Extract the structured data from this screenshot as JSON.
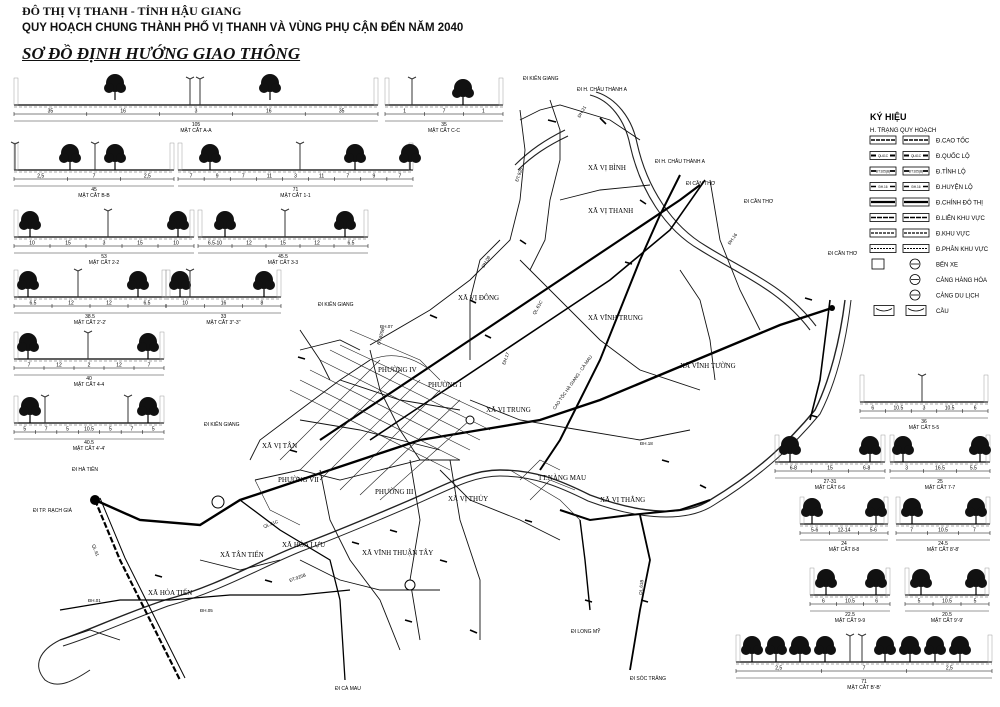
{
  "header": {
    "line1": "ĐÔ THỊ VỊ THANH - TỈNH HẬU GIANG",
    "line2": "QUY HOẠCH CHUNG THÀNH PHỐ VỊ THANH VÀ VÙNG PHỤ CẬN ĐẾN NĂM 2040",
    "line3": "SƠ ĐỒ ĐỊNH HƯỚNG GIAO THÔNG"
  },
  "legend": {
    "title": "KÝ HIỆU",
    "col_left": "H. TRẠNG",
    "col_right": "QUY HOẠCH",
    "items": [
      {
        "label": "Đ.CAO TỐC",
        "left": "",
        "right": ""
      },
      {
        "label": "Đ.QUỐC LỘ",
        "left": "QL61C",
        "right": "QL61C"
      },
      {
        "label": "Đ.TỈNH LỘ",
        "left": "ĐT.925(B)",
        "right": "ĐT.925(B)"
      },
      {
        "label": "Đ.HUYỆN LỘ",
        "left": "ĐH.16",
        "right": "ĐH.16"
      },
      {
        "label": "Đ.CHÍNH ĐÔ THỊ",
        "left": "",
        "right": ""
      },
      {
        "label": "Đ.LIÊN KHU VỰC",
        "left": "",
        "right": ""
      },
      {
        "label": "Đ.KHU VỰC",
        "left": "",
        "right": ""
      },
      {
        "label": "Đ.PHÂN KHU VỰC",
        "left": "",
        "right": ""
      },
      {
        "label": "BẾN XE",
        "left": "",
        "right": ""
      },
      {
        "label": "CẢNG HÀNG HÓA",
        "left": "",
        "right": ""
      },
      {
        "label": "CẢNG DU LỊCH",
        "left": "",
        "right": ""
      },
      {
        "label": "CẦU",
        "left": "",
        "right": ""
      }
    ]
  },
  "sections": [
    {
      "id": "A-A",
      "title": "MẶT CẮT A-A",
      "dims": [
        "35",
        "16",
        "3",
        "16",
        "35"
      ],
      "total": "105"
    },
    {
      "id": "C-C",
      "title": "MẶT CẮT C-C",
      "dims": [
        "1",
        "7",
        "1"
      ],
      "total": "35"
    },
    {
      "id": "B-B",
      "title": "MẶT CẮT B-B",
      "dims": [
        "2,5",
        "7",
        "2,5"
      ],
      "total": "45"
    },
    {
      "id": "1-1",
      "title": "MẶT CẮT 1-1",
      "dims": [
        "7",
        "9",
        "7",
        "11",
        "3",
        "11",
        "7",
        "9",
        "7"
      ],
      "total": "71"
    },
    {
      "id": "2-2",
      "title": "MẶT CẮT 2-2",
      "dims": [
        "10",
        "15",
        "3",
        "15",
        "10"
      ],
      "total": "53"
    },
    {
      "id": "3-3",
      "title": "MẶT CẮT 3-3",
      "dims": [
        "6.5-10",
        "12",
        "15",
        "12",
        "6.5"
      ],
      "total": "45.5"
    },
    {
      "id": "2'-2'",
      "title": "MẶT CẮT 2'-2'",
      "dims": [
        "6.5",
        "12",
        "12",
        "6.5"
      ],
      "total": "38.5"
    },
    {
      "id": "3''-3''",
      "title": "MẶT CẮT 3''-3''",
      "dims": [
        "10",
        "16",
        "8"
      ],
      "total": "33"
    },
    {
      "id": "4-4",
      "title": "MẶT CẮT 4-4",
      "dims": [
        "7",
        "12",
        "2",
        "12",
        "7"
      ],
      "total": "40"
    },
    {
      "id": "4'-4'",
      "title": "MẶT CẮT 4'-4'",
      "dims": [
        "5",
        "7",
        "5",
        "10.5",
        "5",
        "7",
        "5"
      ],
      "total": "40.5"
    },
    {
      "id": "5-5",
      "title": "MẶT CẮT 5-5",
      "dims": [
        "6",
        "10.5",
        "3",
        "10.5",
        "6"
      ],
      "total": "36"
    },
    {
      "id": "6-6",
      "title": "MẶT CẮT 6-6",
      "dims": [
        "6-8",
        "15",
        "6-8"
      ],
      "total": "27-31"
    },
    {
      "id": "7-7",
      "title": "MẶT CẮT 7-7",
      "dims": [
        "3",
        "16.5",
        "5.5"
      ],
      "total": "25"
    },
    {
      "id": "8-8",
      "title": "MẶT CẮT 8-8",
      "dims": [
        "5-6",
        "12-14",
        "5-6"
      ],
      "total": "24"
    },
    {
      "id": "8'-8'",
      "title": "MẶT CẮT 8'-8'",
      "dims": [
        "7",
        "10.5",
        "7"
      ],
      "total": "24.5"
    },
    {
      "id": "9-9",
      "title": "MẶT CẮT 9-9",
      "dims": [
        "6",
        "10.5",
        "6"
      ],
      "total": "22.5"
    },
    {
      "id": "9'-9'",
      "title": "MẶT CẮT 9'-9'",
      "dims": [
        "5",
        "10.5",
        "5"
      ],
      "total": "20.5"
    },
    {
      "id": "B'-B'",
      "title": "MẶT CẮT B'-B'",
      "dims": [
        "2,5",
        "7",
        "2,5"
      ],
      "total": "71"
    }
  ],
  "map": {
    "wards": [
      "XÃ VỊ BÌNH",
      "XÃ VỊ THANH",
      "XÃ VỊ ĐÔNG",
      "XÃ VĨNH TRUNG",
      "XÃ VĨNH TƯỜNG",
      "PHƯỜNG IV",
      "PHƯỜNG I",
      "XÃ VỊ TRUNG",
      "XÃ VỊ TÂN",
      "PHƯỜNG VII",
      "PHƯỜNG III",
      "XÃ VỊ THỦY",
      "TT.NÀNG MAU",
      "XÃ VỊ THẮNG",
      "XÃ HỎA LỰU",
      "XÃ VĨNH THUẬN TÂY",
      "XÃ TÂN TIẾN",
      "XÃ HỎA TIẾN"
    ],
    "directions": [
      "ĐI KIÊN GIANG",
      "ĐI H. CHÂU THÀNH A",
      "ĐI H. CHÂU THÀNH A",
      "ĐI CẦN THƠ",
      "ĐI CẦN THƠ",
      "ĐI CẦN THƠ",
      "ĐI KIÊN GIANG",
      "ĐI KIÊN GIANG",
      "ĐI HÀ TIÊN",
      "ĐI TP. RẠCH GIÁ",
      "ĐI LONG MỸ",
      "ĐI SÓC TRĂNG",
      "ĐI CÀ MAU"
    ],
    "roads": [
      "ĐH.21",
      "ĐT.926",
      "ĐH.08",
      "ĐH.07",
      "ĐT.925B",
      "ĐH.18",
      "ĐH.01",
      "ĐH.05",
      "QL.61",
      "QL.61C",
      "ĐT.925B",
      "QL.61B",
      "ĐH.16",
      "CAO TỐC HÀ GIANG - CÀ MAU",
      "ĐH.17",
      "QL.61C"
    ]
  }
}
